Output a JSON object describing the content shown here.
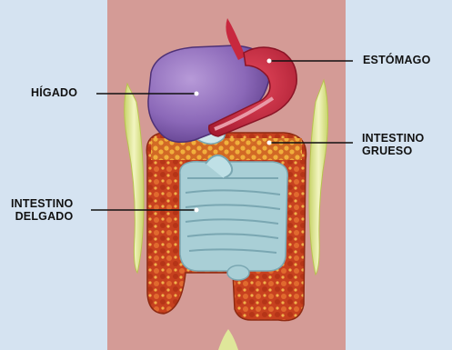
{
  "labels": {
    "liver": "HÍGADO",
    "stomach": "ESTÓMAGO",
    "large_intestine": [
      "INTESTINO",
      "GRUESO"
    ],
    "small_intestine": [
      "INTESTINO",
      "DELGADO"
    ]
  },
  "colors": {
    "background": "#d5e3f1",
    "torso": "#d49b96",
    "liver": "#8b68b8",
    "stomach": "#c8283e",
    "large_intestine": "#c7411f",
    "small_intestine": "#a9cfd6",
    "fat": "#e0a13a",
    "bone": "#e7ec9a",
    "leader_line": "#111111"
  }
}
